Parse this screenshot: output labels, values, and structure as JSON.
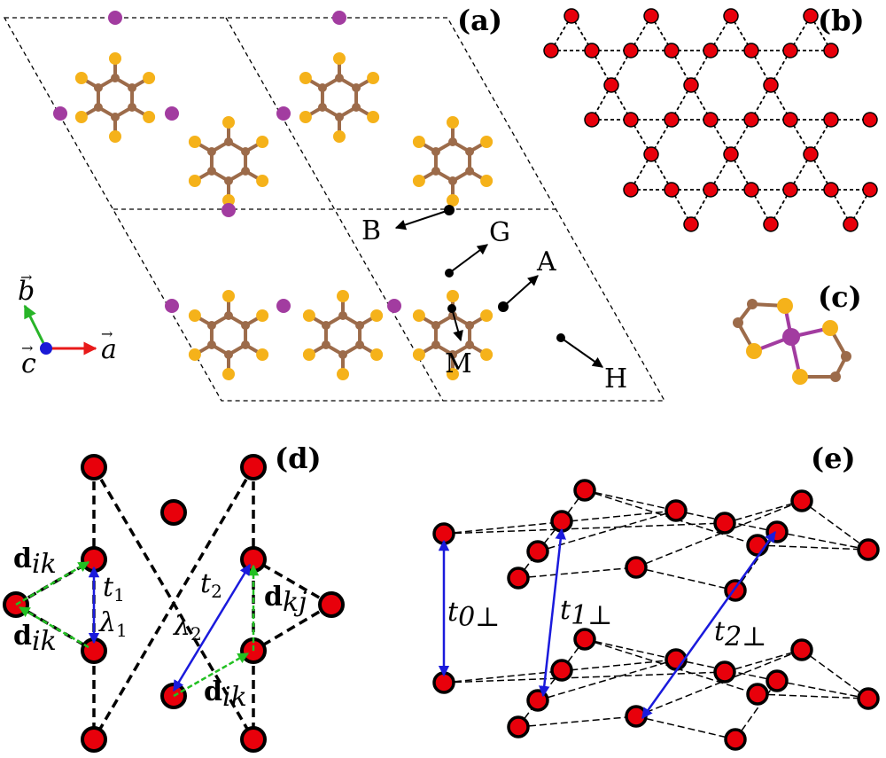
{
  "panels": {
    "a": "(a)",
    "b": "(b)",
    "c": "(c)",
    "d": "(d)",
    "e": "(e)"
  },
  "panel_a": {
    "site_labels": {
      "B": "B",
      "G": "G",
      "A": "A",
      "M": "M",
      "H": "H"
    },
    "axes": {
      "b": "b",
      "a": "a",
      "c": "c"
    }
  },
  "panel_d": {
    "t1": "t",
    "t1_sub": "1",
    "t2": "t",
    "t2_sub": "2",
    "lambda1": "λ",
    "lambda1_sub": "1",
    "lambda2": "λ",
    "lambda2_sub": "2",
    "d_ik_1": "d",
    "d_ik_1_sub": "ik",
    "d_ik_2": "d",
    "d_ik_2_sub": "ik",
    "d_ik_3": "d",
    "d_ik_3_sub": "ik",
    "d_kj": "d",
    "d_kj_sub": "kj"
  },
  "panel_e": {
    "t0": "t",
    "t0_sub": "0⊥",
    "t1": "t",
    "t1_sub": "1⊥",
    "t2": "t",
    "t2_sub": "2⊥"
  },
  "colors": {
    "site": "#e8000b",
    "sulfur": "#f5b21a",
    "carbon": "#9c6b4a",
    "metal": "#a23ca0",
    "hopping_arrow": "#1a1adc",
    "d_vector": "#22c022",
    "axis_a": "#e81a1a",
    "axis_b": "#28b428",
    "axis_c": "#1a1ad6"
  }
}
